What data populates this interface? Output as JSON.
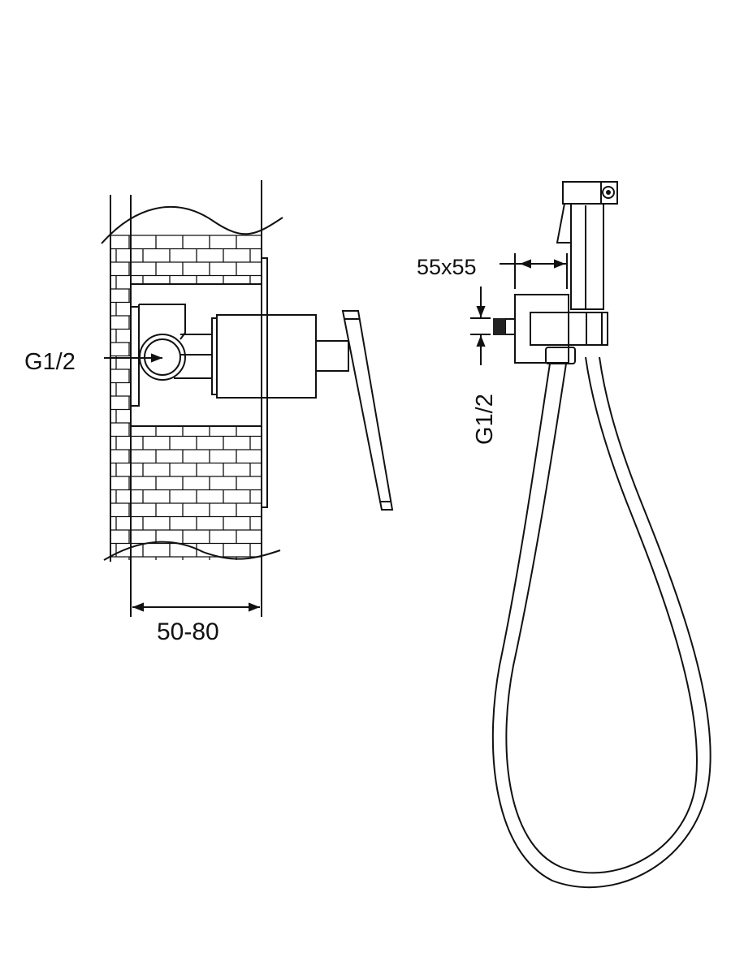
{
  "labels": {
    "inlet_left": "G1/2",
    "wall_depth": "50-80",
    "holder_size": "55x55",
    "inlet_right": "G1/2"
  },
  "colors": {
    "line": "#111111",
    "background": "#ffffff"
  }
}
